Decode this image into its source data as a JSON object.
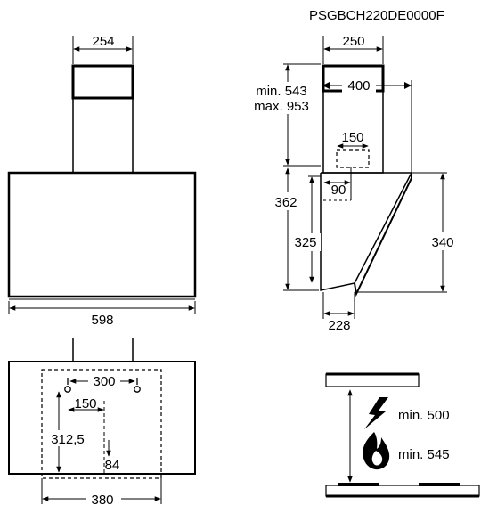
{
  "model_code": "PSGBCH220DE0000F",
  "front_view": {
    "chimney_width": "254",
    "hood_width": "598"
  },
  "side_view": {
    "chimney_depth": "250",
    "wall_to_front_depth": "400",
    "chimney_height_min": "min. 543",
    "chimney_height_max": "max. 953",
    "outlet_width": "150",
    "outlet_offset": "90",
    "hood_height_total": "362",
    "glass_height": "325",
    "front_height": "340",
    "bottom_depth": "228"
  },
  "bottom_view": {
    "hole_spacing": "300",
    "outlet_offset": "150",
    "hole_height": "312,5",
    "bottom_offset": "84",
    "bracket_width": "380"
  },
  "clearance": {
    "electric_hob": "min. 500",
    "gas_hob": "min. 545",
    "electric_icon": "lightning-bolt",
    "gas_icon": "flame"
  }
}
